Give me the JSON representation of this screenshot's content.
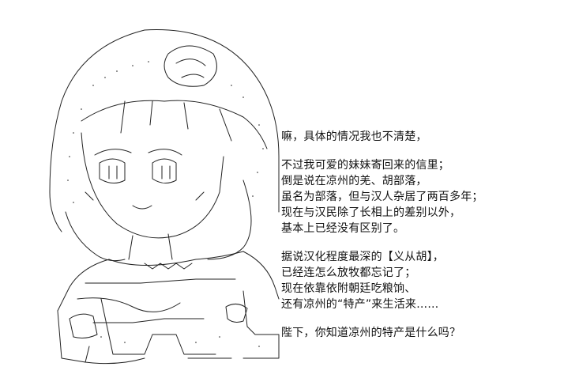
{
  "colors": {
    "background": "#ffffff",
    "ink": "#111111",
    "art_stroke": "#222222"
  },
  "art": {
    "name": "ascii-character-portrait"
  },
  "dialogue": {
    "line_1": "嘛，具体的情况我也不清楚，",
    "line_2": "不过我可爱的妹妹寄回来的信里；",
    "line_3": "倒是说在凉州的羌、胡部落，",
    "line_4": "虽名为部落，但与汉人杂居了两百多年；",
    "line_5": "现在与汉民除了长相上的差别以外，",
    "line_6": "基本上已经没有区别了。",
    "line_7": "据说汉化程度最深的【义从胡】，",
    "line_8": "已经连怎么放牧都忘记了；",
    "line_9": "现在依靠依附朝廷吃粮饷、",
    "line_10": "还有凉州的“特产”来生活来……",
    "line_11": "陛下，你知道凉州的特产是什么吗？"
  }
}
